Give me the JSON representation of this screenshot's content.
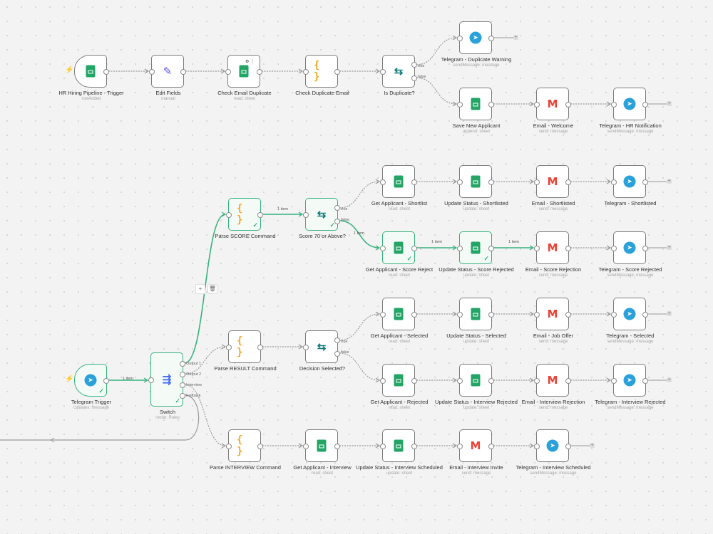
{
  "canvas": {
    "edge_items": "1 item",
    "trash_icon": "trash-icon",
    "add_icon": "plus-icon"
  },
  "nodes": {
    "hr_trigger": {
      "title": "HR Hiring Pipeline - Trigger",
      "sub": "rowAdded"
    },
    "edit_fields": {
      "title": "Edit Fields",
      "sub": "manual"
    },
    "check_email_dup": {
      "title": "Check Email Duplicate",
      "sub": "read: sheet"
    },
    "check_dup_email": {
      "title": "Check Duplicate Email",
      "sub": ""
    },
    "is_duplicate": {
      "title": "Is Duplicate?",
      "sub": "",
      "out_true": "true",
      "out_false": "false"
    },
    "tg_dup_warning": {
      "title": "Telegram - Duplicate Warning",
      "sub": "sendMessage: message"
    },
    "save_applicant": {
      "title": "Save New Applicant",
      "sub": "append: sheet"
    },
    "email_welcome": {
      "title": "Email - Welcome",
      "sub": "send: message"
    },
    "tg_hr_notif": {
      "title": "Telegram - HR Notification",
      "sub": "sendMessage: message"
    },
    "parse_score": {
      "title": "Parse SCORE Command",
      "sub": ""
    },
    "score70": {
      "title": "Score 70 or Above?",
      "sub": "",
      "out_true": "true",
      "out_false": "false"
    },
    "get_shortlist": {
      "title": "Get Applicant - Shortlist",
      "sub": "read: sheet"
    },
    "upd_shortlisted": {
      "title": "Update Status - Shortlisted",
      "sub": "update: sheet"
    },
    "email_shortlisted": {
      "title": "Email - Shortlisted",
      "sub": "send: message"
    },
    "tg_shortlisted": {
      "title": "Telegram - Shortlisted",
      "sub": ""
    },
    "get_score_reject": {
      "title": "Get Applicant - Score Reject",
      "sub": "read: sheet"
    },
    "upd_score_rejected": {
      "title": "Update Status - Score Rejected",
      "sub": "update: sheet"
    },
    "email_score_rej": {
      "title": "Email - Score Rejection",
      "sub": "send: message"
    },
    "tg_score_rej": {
      "title": "Telegram - Score Rejected",
      "sub": "sendMessage: message"
    },
    "parse_result": {
      "title": "Parse RESULT Command",
      "sub": ""
    },
    "decision": {
      "title": "Decision Selected?",
      "sub": "",
      "out_true": "true",
      "out_false": "false"
    },
    "get_selected": {
      "title": "Get Applicant - Selected",
      "sub": "read: sheet"
    },
    "upd_selected": {
      "title": "Update Status - Selected",
      "sub": "update: sheet"
    },
    "email_offer": {
      "title": "Email - Job Offer",
      "sub": "send: message"
    },
    "tg_selected": {
      "title": "Telegram - Selected",
      "sub": "sendMessage: message"
    },
    "get_rejected": {
      "title": "Get Applicant - Rejected",
      "sub": "read: sheet"
    },
    "upd_int_rejected": {
      "title": "Update Status - Interview Rejected",
      "sub": "update: sheet"
    },
    "email_int_rej": {
      "title": "Email - Interview Rejection",
      "sub": "send: message"
    },
    "tg_int_rej": {
      "title": "Telegram - Interview Rejected",
      "sub": "sendMessage: message"
    },
    "tg_trigger": {
      "title": "Telegram Trigger",
      "sub": "Updates: message"
    },
    "switch": {
      "title": "Switch",
      "sub": "mode: Rules",
      "out1": "Output 1",
      "out2": "Output 2",
      "out3": "Interview",
      "out4": "Fallback"
    },
    "parse_interview": {
      "title": "Parse INTERVIEW Command",
      "sub": ""
    },
    "get_interview": {
      "title": "Get Applicant - Interview",
      "sub": "read: sheet"
    },
    "upd_int_sched": {
      "title": "Update Status - Interview Scheduled",
      "sub": "update: sheet"
    },
    "email_int_invite": {
      "title": "Email - Interview Invite",
      "sub": "send: message"
    },
    "tg_int_sched": {
      "title": "Telegram - Interview Scheduled",
      "sub": "sendMessage: message"
    }
  },
  "colors": {
    "success": "#36b37e",
    "edge": "#9a9a9a",
    "trigger": "#ff6d3a"
  }
}
